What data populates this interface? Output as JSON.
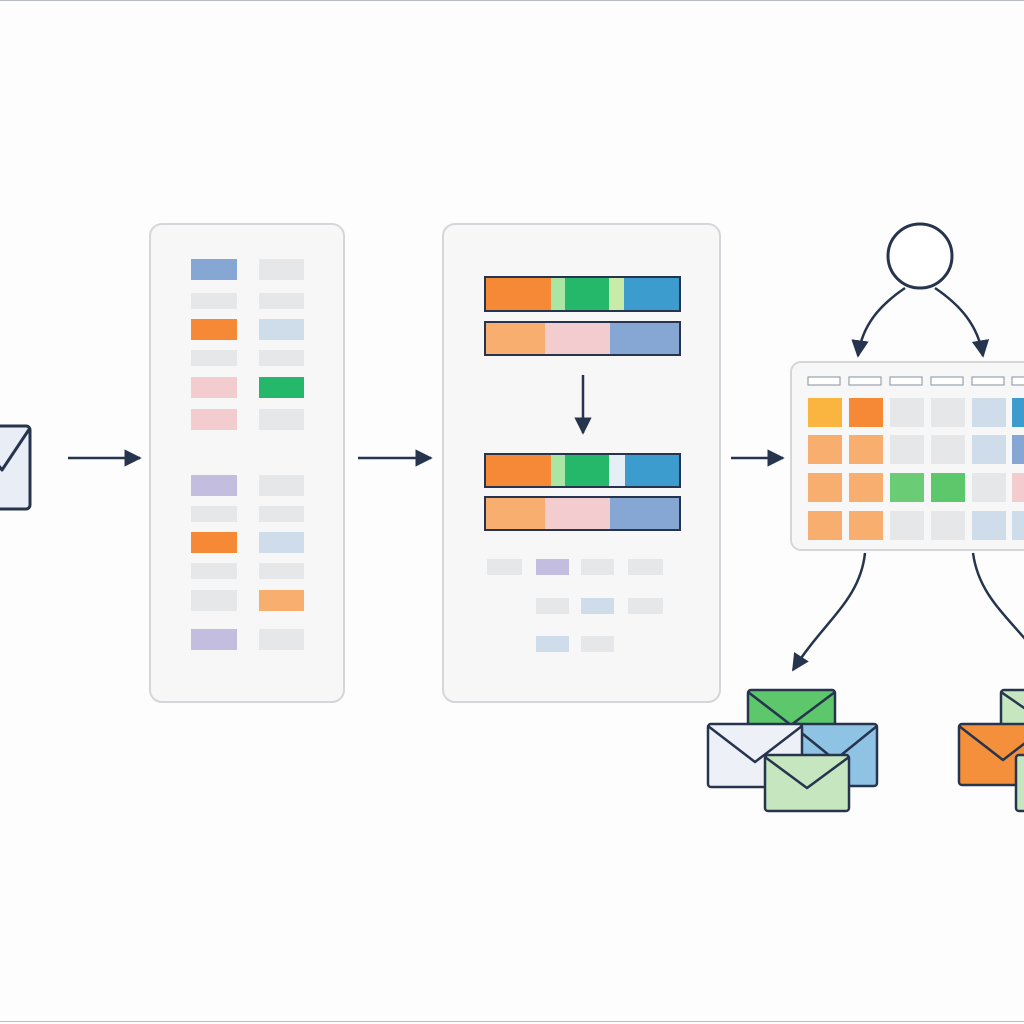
{
  "palette": {
    "ink": "#26344d",
    "panel_fill": "#f7f7f7",
    "panel_border": "#d4d6d9",
    "orange": "#f68935",
    "light_orange": "#f8ae6f",
    "green": "#26b86a",
    "light_green": "#a9e6a3",
    "blue": "#3c9ccd",
    "steel_blue": "#86a6d4",
    "pale_blue": "#cfdcea",
    "pink": "#f3cccf",
    "lavender": "#c3bde0",
    "gray": "#e6e7e9",
    "yellow": "#fab541"
  },
  "stages": [
    {
      "name": "incoming-email",
      "icon": "envelope-icon"
    },
    {
      "name": "feature-list-panel"
    },
    {
      "name": "feature-transform-panel"
    },
    {
      "name": "classification-matrix",
      "icon": "user-icon"
    },
    {
      "name": "sorted-email-groups",
      "icon": "envelope-stack-icon"
    }
  ]
}
